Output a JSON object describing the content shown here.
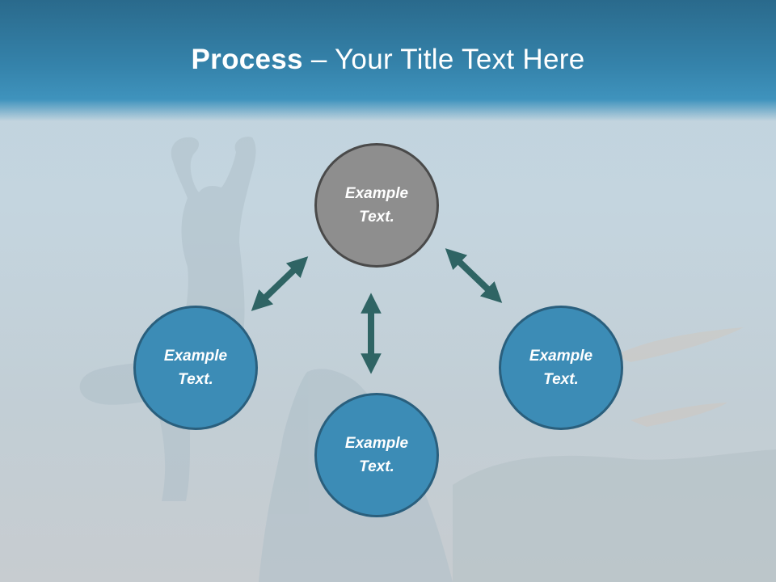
{
  "slide": {
    "title_bold": "Process",
    "title_rest": " – Your Title Text Here"
  },
  "nodes": {
    "top": "Example\nText.",
    "left": "Example\nText.",
    "right": "Example\nText.",
    "bottom": "Example\nText."
  },
  "colors": {
    "header": "#3583ab",
    "node_fill": "#3c8cb6",
    "node_border": "#2a5f7d",
    "center_fill": "#8e8e8e",
    "arrow": "#2f6464"
  }
}
